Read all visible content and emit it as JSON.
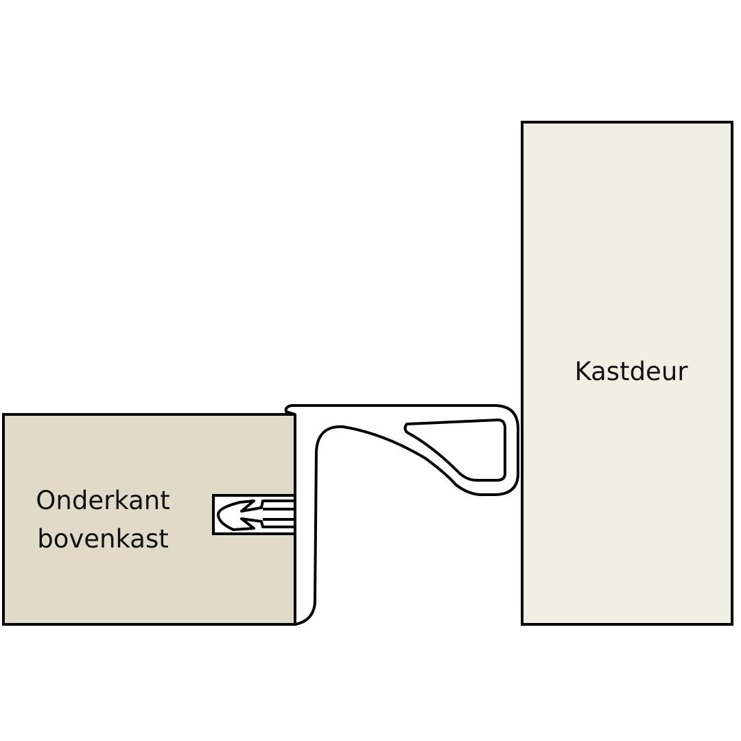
{
  "labels": {
    "cabinet_bottom_line1": "Onderkant",
    "cabinet_bottom_line2": "bovenkast",
    "door": "Kastdeur"
  },
  "colors": {
    "cabinet_fill": "#e1dac8",
    "door_fill": "#f0efe4",
    "profile_fill": "#ffffff",
    "stroke": "#000000"
  }
}
